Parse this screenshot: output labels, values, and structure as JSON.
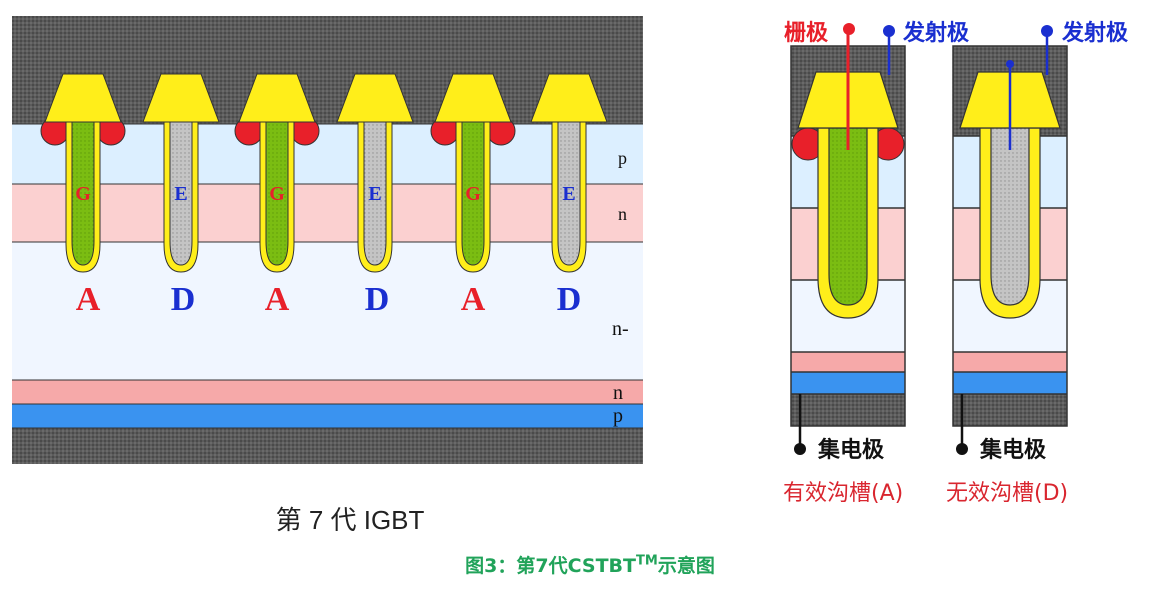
{
  "left_figure": {
    "caption": "第 7 代 IGBT",
    "layers": [
      "p",
      "n",
      "n-",
      "n",
      "p"
    ],
    "trenches": [
      {
        "inner": "G",
        "type": "A"
      },
      {
        "inner": "E",
        "type": "D"
      },
      {
        "inner": "G",
        "type": "A"
      },
      {
        "inner": "E",
        "type": "D"
      },
      {
        "inner": "G",
        "type": "A"
      },
      {
        "inner": "E",
        "type": "D"
      }
    ]
  },
  "right_figure": {
    "gate_label": "栅极",
    "emitter_label_a": "发射极",
    "emitter_label_d": "发射极",
    "collector_label_a": "集电极",
    "collector_label_d": "集电极",
    "cell_a_caption": "有效沟槽(A)",
    "cell_d_caption": "无效沟槽(D)"
  },
  "figure_caption": {
    "main": "图3：第7代CSTBT",
    "superscript": "TM",
    "suffix": "示意图"
  },
  "colors": {
    "gate": "#e8202a",
    "emitter": "#1a2fd0",
    "poly_active": "#7bbd12",
    "poly_dummy": "#bdbdbd",
    "oxide": "#ffee1a",
    "caption_green": "#21a35a"
  }
}
